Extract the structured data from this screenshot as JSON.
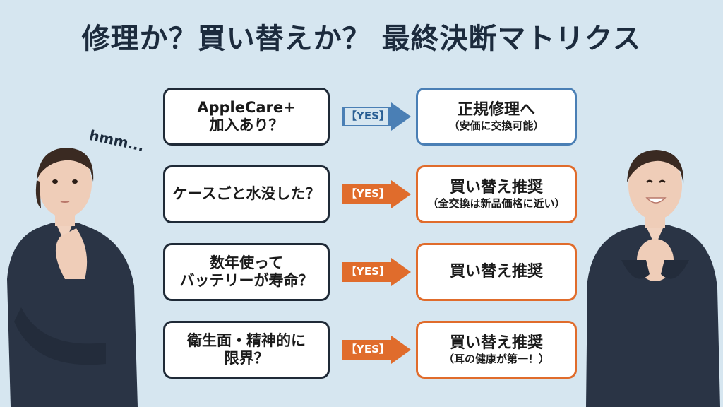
{
  "title": "修理か？買い替えか？ 最終決断マトリクス",
  "thought": "hmm...",
  "colors": {
    "background": "#d6e6f0",
    "blue_accent": "#4a7fb5",
    "orange_accent": "#e06c2c",
    "dark_text": "#1c2b3d"
  },
  "rows": [
    {
      "question": [
        "AppleCare+",
        "加入あり？"
      ],
      "yes": "【YES】",
      "answer": "正規修理へ",
      "note": "（安価に交換可能）",
      "accent": "blue"
    },
    {
      "question": [
        "ケースごと水没した？"
      ],
      "yes": "【YES】",
      "answer": "買い替え推奨",
      "note": "（全交換は新品価格に近い）",
      "accent": "orange"
    },
    {
      "question": [
        "数年使って",
        "バッテリーが寿命？"
      ],
      "yes": "【YES】",
      "answer": "買い替え推奨",
      "note": "",
      "accent": "orange"
    },
    {
      "question": [
        "衛生面・精神的に",
        "限界？"
      ],
      "yes": "【YES】",
      "answer": "買い替え推奨",
      "note": "（耳の健康が第一！）",
      "accent": "orange"
    }
  ]
}
